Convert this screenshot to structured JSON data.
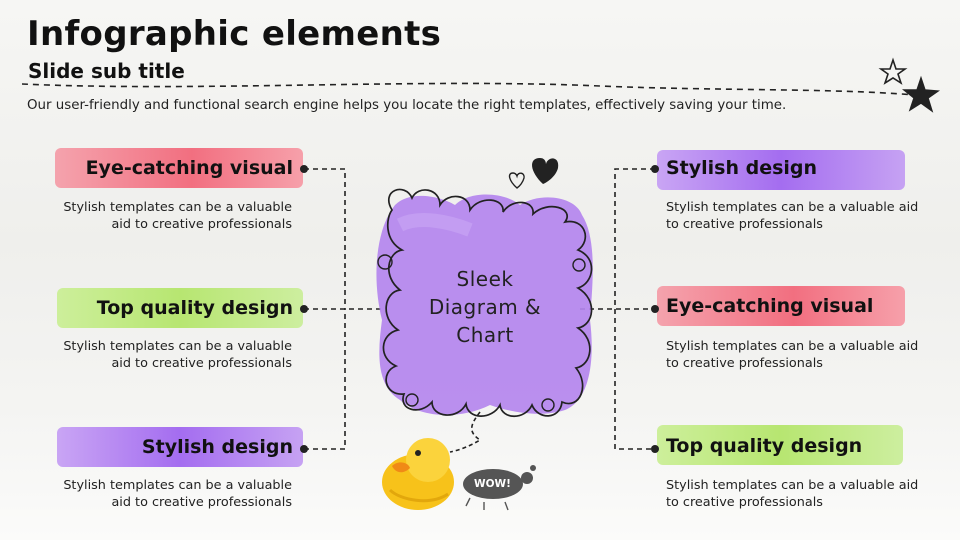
{
  "title": "Infographic elements",
  "subtitle": "Slide sub title",
  "intro": "Our user-friendly and functional search engine helps you locate the right templates, effectively saving your time.",
  "center": {
    "label": "Sleek\nDiagram &\nChart",
    "sticker": "WOW!"
  },
  "left_items": [
    {
      "heading": "Eye-catching visual",
      "text": "Stylish templates can be a valuable aid to creative professionals",
      "color": "#f26f80"
    },
    {
      "heading": "Top quality design",
      "text": "Stylish templates can be a valuable aid to creative professionals",
      "color": "#b7e671"
    },
    {
      "heading": "Stylish design",
      "text": "Stylish templates can be a valuable aid to creative professionals",
      "color": "#a46df0"
    }
  ],
  "right_items": [
    {
      "heading": "Stylish design",
      "text": "Stylish templates can be a valuable aid to creative professionals",
      "color": "#a46df0"
    },
    {
      "heading": "Eye-catching visual",
      "text": "Stylish templates can be a valuable aid to creative professionals",
      "color": "#f26f80"
    },
    {
      "heading": "Top quality design",
      "text": "Stylish templates can be a valuable aid to creative professionals",
      "color": "#b7e671"
    }
  ]
}
